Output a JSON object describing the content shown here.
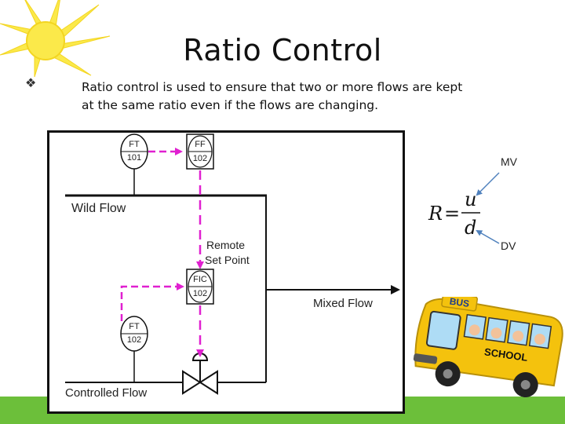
{
  "slide": {
    "title": "Ratio Control",
    "bullet_icon": "diamond-bullet-icon",
    "bullet_text": "Ratio control is used to ensure that two or more flows are kept at the same ratio even if the flows are changing."
  },
  "diagram": {
    "instruments": {
      "ft101_line1": "FT",
      "ft101_line2": "101",
      "ff102_line1": "FF",
      "ff102_line2": "102",
      "fic102_line1": "FIC",
      "fic102_line2": "102",
      "ft102_line1": "FT",
      "ft102_line2": "102"
    },
    "labels": {
      "wild_flow": "Wild Flow",
      "remote_set_point_line1": "Remote",
      "remote_set_point_line2": "Set Point",
      "mixed_flow": "Mixed Flow",
      "controlled_flow": "Controlled Flow"
    },
    "signal_color": "#e020d0"
  },
  "equation": {
    "lhs": "R",
    "equals": "=",
    "numerator": "u",
    "denominator": "d",
    "mv_label": "MV",
    "dv_label": "DV",
    "arrow_color": "#4f81bd"
  },
  "decorations": {
    "sun_color": "#fbe94a",
    "bus_color": "#f4c20d",
    "bus_sign": "BUS",
    "school_sign": "SCHOOL",
    "grass_color": "#6cbf3a"
  }
}
